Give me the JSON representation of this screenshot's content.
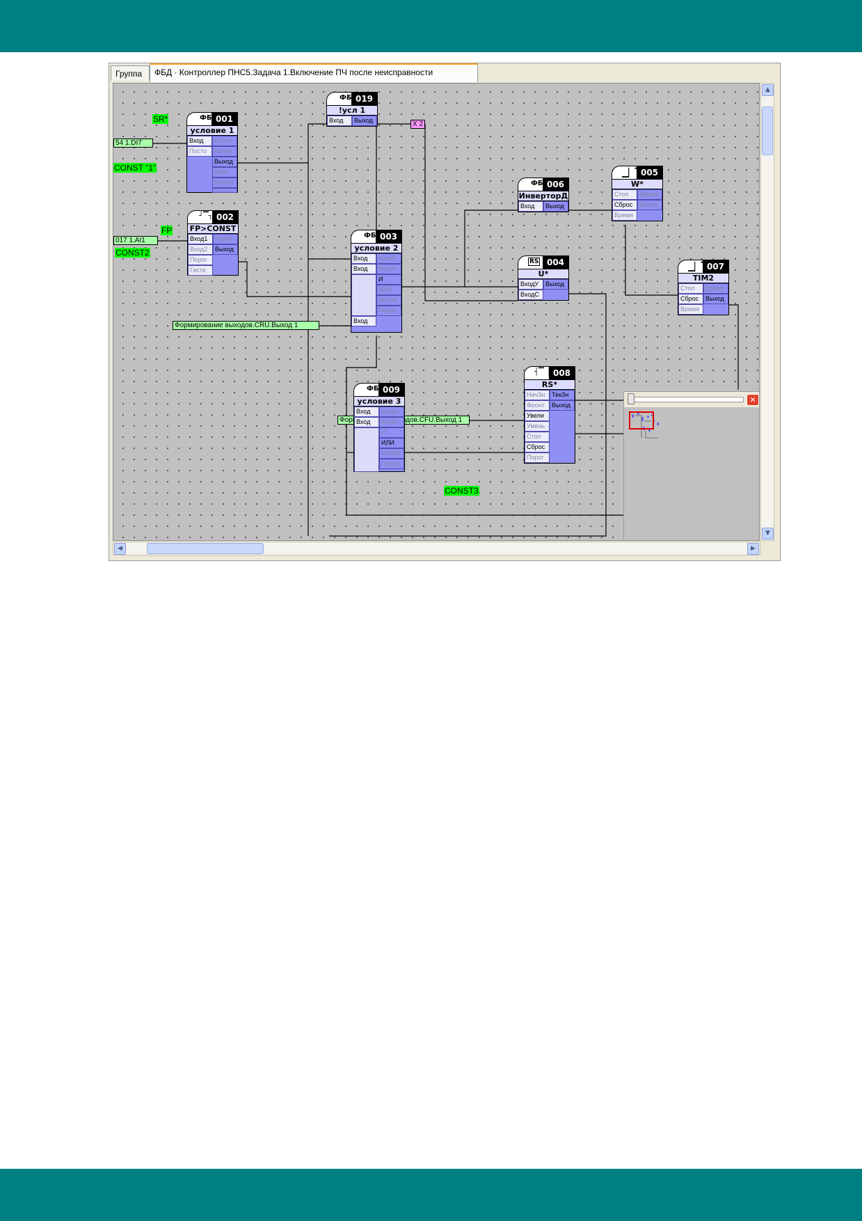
{
  "window": {
    "tabs": [
      {
        "label": "Группа"
      },
      {
        "label": "ФБД · Контроллер ПНС5.Задача 1.Включение ПЧ после неисправности"
      }
    ]
  },
  "canvas_labels": {
    "sr": "SR*",
    "const1": "CONST \"1\"",
    "fp": "FP",
    "const2": "CONST2",
    "const3": "CONST3"
  },
  "ports": {
    "di7": "54 1.DI7",
    "ai1": "017 1.AI1",
    "x2": "X 2",
    "cru": "Формирование выходов.CRU.Выход 1",
    "cfu": "Формирование выходов.CFU.Выход 1"
  },
  "blocks": {
    "b001": {
      "icon": "ФБ",
      "num": "001",
      "name": "условие 1",
      "inputs": [
        "Вход",
        "Посто"
      ],
      "outputs": [
        "Колич",
        "Колич",
        "Выход",
        "ИЛИ",
        "ИсклИ",
        "Перек"
      ]
    },
    "b002": {
      "num": "002",
      "name": "FP>CONST",
      "inputs": [
        "Вход1",
        "Вход2",
        "Порог",
        "Гисте"
      ],
      "outputs": [
        "ГрупВ",
        "Выход"
      ]
    },
    "b003": {
      "icon": "ФБ",
      "num": "003",
      "name": "условие 2",
      "inputs": [
        "Вход",
        "Вход",
        "Вход"
      ],
      "outputs": [
        "Колич",
        "Колич",
        "И",
        "ИЛИ",
        "ИсклИ",
        "Перек"
      ]
    },
    "b004": {
      "icon": "RS",
      "num": "004",
      "name": "U*",
      "inputs": [
        "ВходУ",
        "ВходС"
      ],
      "outputs": [
        "Выход"
      ]
    },
    "b005": {
      "num": "005",
      "name": "W*",
      "inputs": [
        "Стоп",
        "Сброс",
        "Время"
      ],
      "outputs": [
        "Время",
        "Выход"
      ]
    },
    "b006": {
      "icon": "ФБ",
      "num": "006",
      "name": "ИнверторД",
      "inputs": [
        "Вход"
      ],
      "outputs": [
        "Выход"
      ]
    },
    "b007": {
      "num": "007",
      "name": "TIM2",
      "inputs": [
        "Стоп",
        "Сброс",
        "Время"
      ],
      "outputs": [
        "Время",
        "Выход"
      ]
    },
    "b008": {
      "num": "008",
      "name": "RS*",
      "inputs": [
        "НачЗн",
        "Фронт",
        "Увели",
        "Умень",
        "Стоп",
        "Сброс",
        "Порог"
      ],
      "outputs": [
        "ТекЗн",
        "Выход"
      ]
    },
    "b009": {
      "icon": "ФБ",
      "num": "009",
      "name": "условие 3",
      "inputs": [
        "Вход",
        "Вход"
      ],
      "outputs": [
        "Колич",
        "Колич",
        "И",
        "ИЛИ",
        "ИсклИ",
        "Перек"
      ]
    },
    "b019": {
      "icon": "ФБ",
      "num": "019",
      "name": "!усл 1",
      "inputs": [
        "Вход"
      ],
      "outputs": [
        "Выход"
      ]
    }
  },
  "colors": {
    "band": "#008080",
    "canvas": "#c0c0c0",
    "block_body": "#8f8ff4",
    "label_green": "#00ff00",
    "port_green": "#aaffaa",
    "port_pink": "#ff99ff"
  },
  "icons": [
    "scroll-up-icon",
    "scroll-down-icon",
    "scroll-left-icon",
    "scroll-right-icon",
    "close-icon",
    "timer-icon",
    "rs-trigger-icon",
    "comparator-icon"
  ]
}
